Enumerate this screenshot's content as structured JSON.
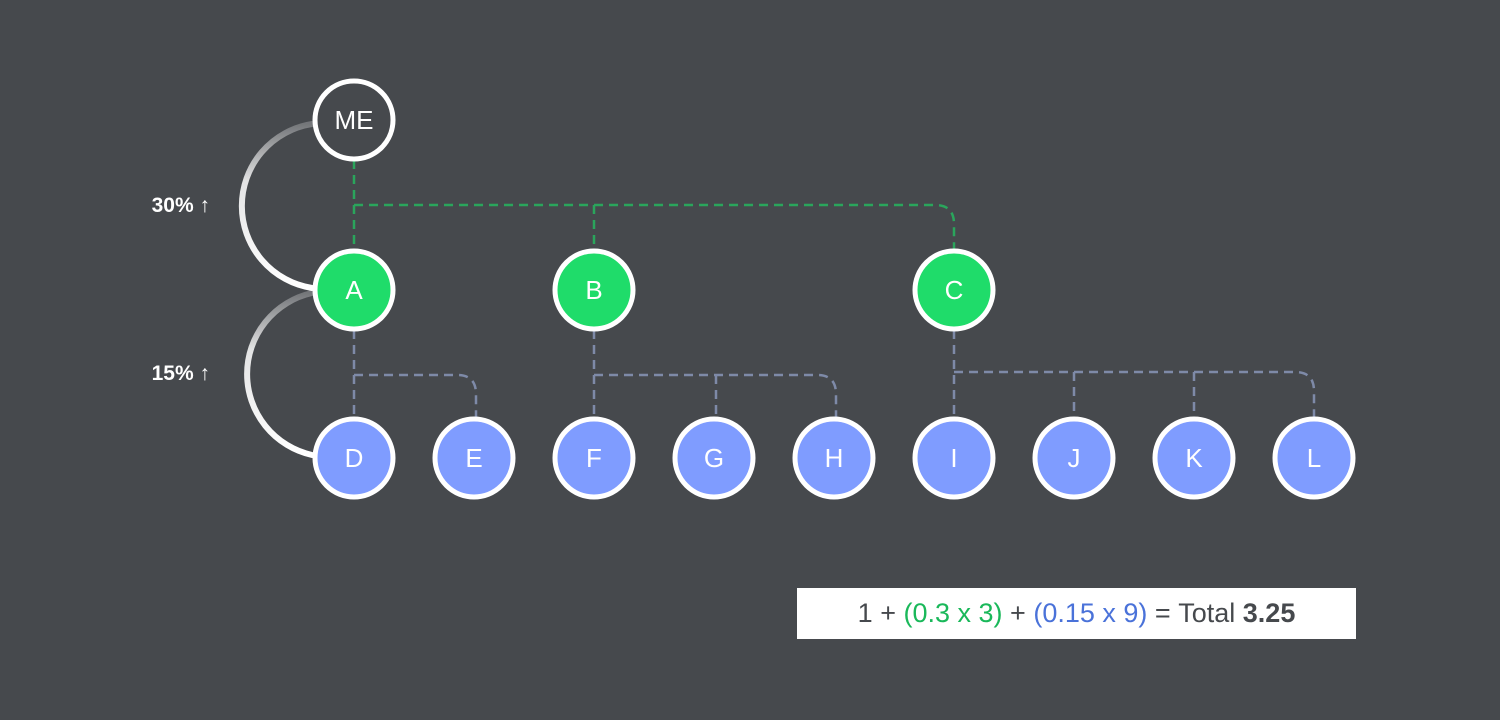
{
  "nodes": {
    "me": "ME",
    "level1": [
      "A",
      "B",
      "C"
    ],
    "level2": [
      "D",
      "E",
      "F",
      "G",
      "H",
      "I",
      "J",
      "K",
      "L"
    ]
  },
  "percentages": {
    "level1": "30% ↑",
    "level2": "15% ↑"
  },
  "formula": {
    "base": "1",
    "plus1": "+",
    "group1": "(0.3 x 3)",
    "plus2": "+",
    "group2": "(0.15 x 9)",
    "equals": "=",
    "total_label": "Total",
    "total_value": "3.25"
  },
  "colors": {
    "background": "#46494d",
    "level1_node": "#1fdc6a",
    "level2_node": "#7f9cff",
    "level1_link": "#2aa55c",
    "level2_link": "#7e8aa8",
    "node_border": "#ffffff",
    "formula_green": "#1ab85a",
    "formula_blue": "#4a72d9"
  }
}
